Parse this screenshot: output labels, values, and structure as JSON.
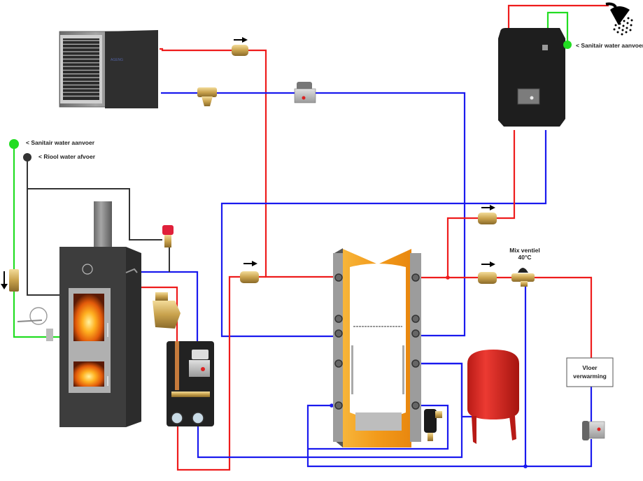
{
  "title": "Heating installation schematic: heat pump, wood stove, buffer tank",
  "colors": {
    "hot_pipe": "#ee1c1c",
    "cold_pipe": "#1a1aee",
    "sanitary_supply": "#22dd22",
    "sewer_drain": "#333333",
    "tank_insulation": "#f5a623",
    "expansion_vessel": "#d9231f"
  },
  "labels": {
    "sanitary_supply_left": "< Sanitair water aanvoer",
    "sewer_drain": "< Riool water afvoer",
    "sanitary_supply_right": "< Sanitair water aanvoer",
    "mix_valve_title": "Mix ventiel",
    "mix_valve_temp": "40°C",
    "floor_heating_line1": "Vloer",
    "floor_heating_line2": "verwarming",
    "heat_pump_brand": "AGENG"
  },
  "components": [
    {
      "id": "heat-pump",
      "label": "Heat pump outdoor unit"
    },
    {
      "id": "wood-stove",
      "label": "Wood stove boiler"
    },
    {
      "id": "buffer-tank",
      "label": "Buffer tank"
    },
    {
      "id": "fresh-water-station",
      "label": "Fresh water station"
    },
    {
      "id": "expansion-vessel",
      "label": "Expansion vessel"
    },
    {
      "id": "pump-group",
      "label": "Stove pump group"
    },
    {
      "id": "mix-valve",
      "label": "Mix ventiel 40°C"
    },
    {
      "id": "floor-heating",
      "label": "Vloer verwarming"
    },
    {
      "id": "shower",
      "label": "Shower"
    }
  ]
}
